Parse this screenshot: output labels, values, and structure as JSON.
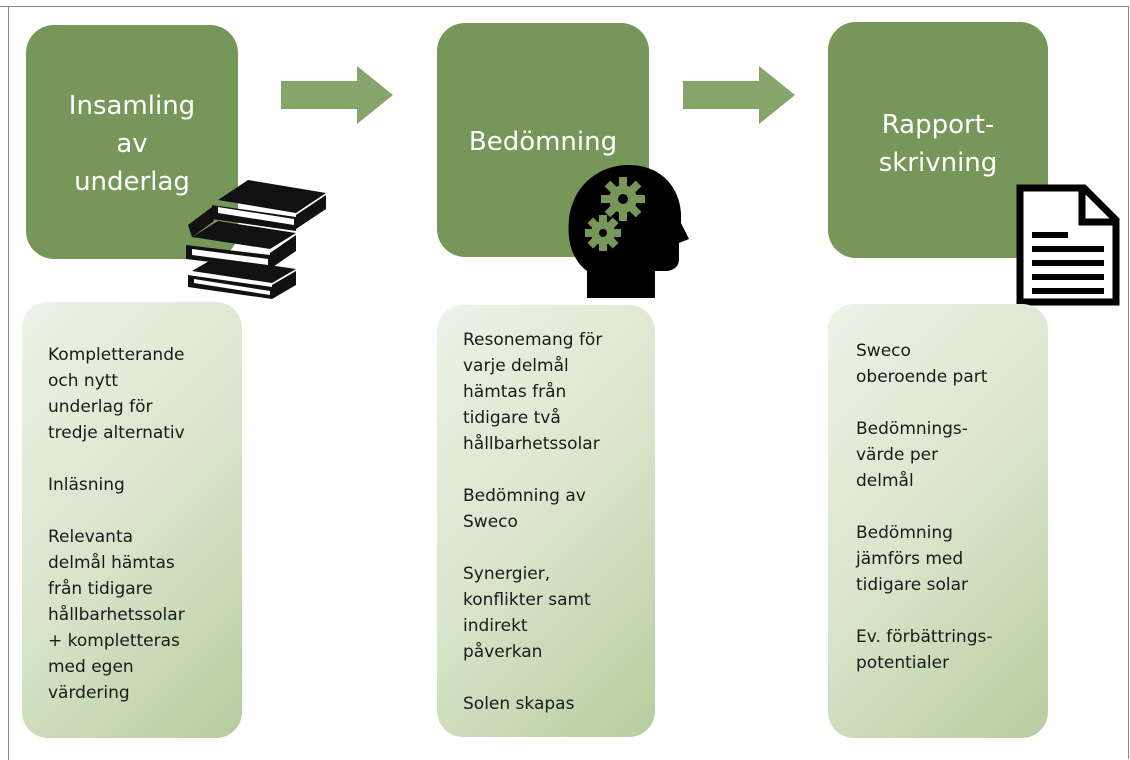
{
  "colors": {
    "head_green": "#77965a",
    "arrow_green": "#86a56a",
    "body_light": "#edf3e6",
    "body_dark": "#b6cd9f",
    "text": "#1a1a1a"
  },
  "stages": [
    {
      "title_lines": [
        "Insamling",
        "av",
        "underlag"
      ],
      "icon": "books-icon",
      "items": [
        "Kompletterande\noch nytt\nunderlag för\ntredje alternativ",
        "Inläsning",
        "Relevanta\ndelmål hämtas\nfrån tidigare\nhållbarhetssolar\n+ kompletteras\nmed egen\nvärdering"
      ]
    },
    {
      "title_lines": [
        "Bedömning"
      ],
      "icon": "head-gears-icon",
      "items": [
        "Resonemang för\nvarje delmål\nhämtas från\ntidigare två\nhållbarhetssolar",
        "Bedömning av\nSweco",
        "Synergier,\nkonflikter samt\nindirekt\npåverkan",
        "Solen skapas"
      ]
    },
    {
      "title_lines": [
        "Rapport-",
        "skrivning"
      ],
      "icon": "document-icon",
      "items": [
        "Sweco\noberoende part",
        "Bedömnings-\nvärde per\ndelmål",
        "Bedömning\njämförs med\ntidigare solar",
        "Ev. förbättrings-\npotentialer"
      ]
    }
  ]
}
